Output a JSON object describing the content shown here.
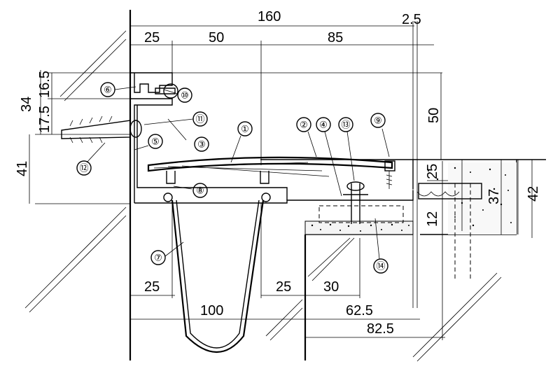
{
  "dimensions": {
    "total_width": "160",
    "right_gap": "2.5",
    "top_25": "25",
    "top_50": "50",
    "top_85": "85",
    "left_34": "34",
    "left_16_5": "16.5",
    "left_17_5": "17.5",
    "left_41": "41",
    "right_50": "50",
    "right_25": "25",
    "right_37": "37",
    "right_42": "42",
    "right_12": "12",
    "bottom_25_left": "25",
    "bottom_25_mid": "25",
    "bottom_30": "30",
    "bottom_100": "100",
    "bottom_62_5": "62.5",
    "bottom_82_5": "82.5"
  },
  "markers": [
    "①",
    "②",
    "③",
    "④",
    "⑤",
    "⑥",
    "⑦",
    "⑧",
    "⑨",
    "⑩",
    "⑪",
    "⑫",
    "⑬",
    "⑭"
  ]
}
